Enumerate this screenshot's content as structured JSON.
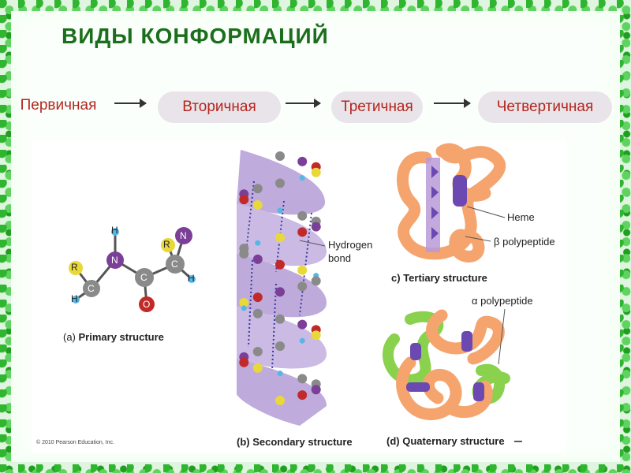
{
  "title": "ВИДЫ КОНФОРМАЦИЙ",
  "levels": [
    "Первичная",
    "Вторичная",
    "Третичная",
    "Четвертичная"
  ],
  "primary": {
    "letter": "(a)",
    "caption": "Primary structure",
    "atoms": {
      "h1": "H",
      "n1": "N",
      "r1": "R",
      "c1": "C",
      "h2": "H",
      "c2": "C",
      "o": "O",
      "r2": "R",
      "n2": "N",
      "c3": "C",
      "h3": "H"
    }
  },
  "secondary": {
    "letter": "(b)",
    "caption": "Secondary structure",
    "bond_label_1": "Hydrogen",
    "bond_label_2": "bond"
  },
  "tertiary": {
    "letter": "c)",
    "caption": "Tertiary structure",
    "heme": "Heme",
    "beta": "β polypeptide"
  },
  "quaternary": {
    "letter": "(d)",
    "caption": "Quaternary structure",
    "alpha": "α polypeptide"
  },
  "copyright": "© 2010 Pearson Education, Inc.",
  "colors": {
    "title": "#1b6e1b",
    "pill_text": "#b4261e",
    "border": "#2fb52f"
  }
}
